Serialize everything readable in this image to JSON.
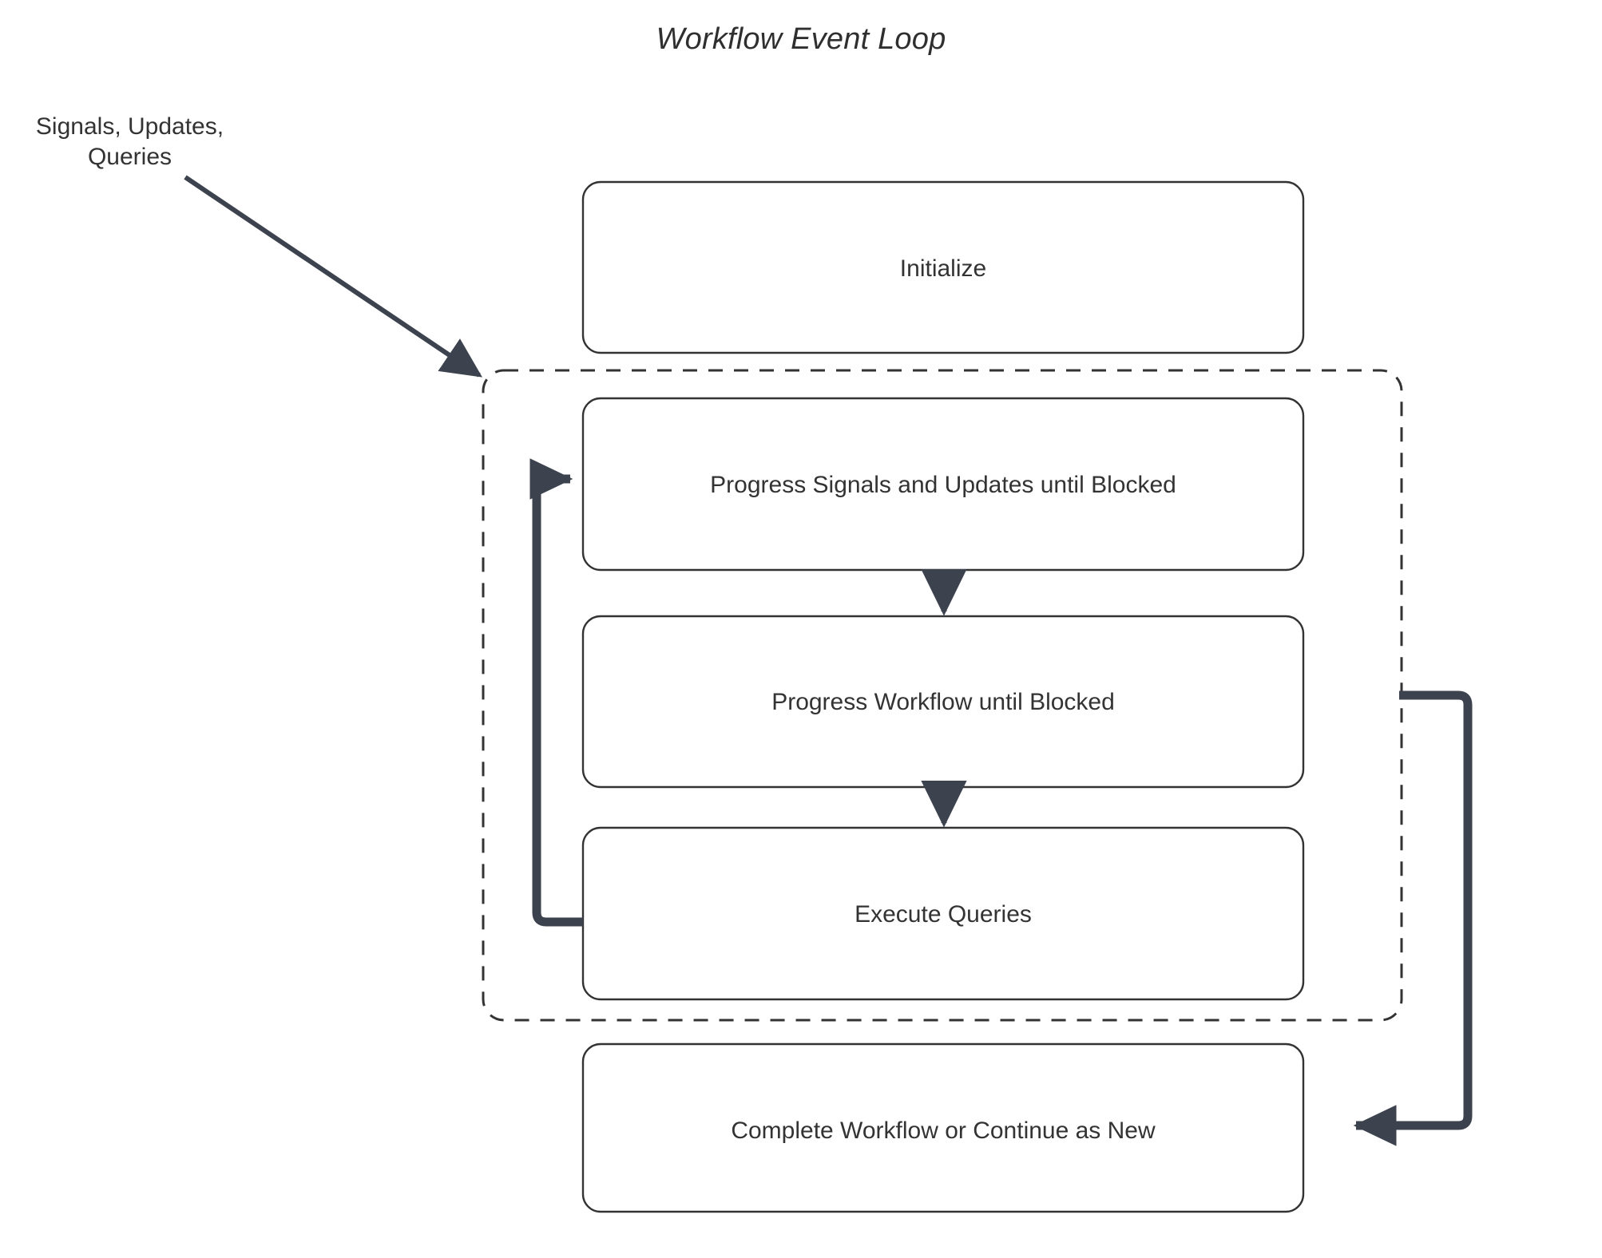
{
  "diagram": {
    "title": "Workflow Event Loop",
    "external_label": "Signals, Updates, Queries",
    "external_label_line1": "Signals, Updates,",
    "external_label_line2": "Queries",
    "colors": {
      "node_border": "#333333",
      "node_fill": "#ffffff",
      "text": "#333333",
      "edge": "#3c424e",
      "loop_container_border": "#333333",
      "background": "#ffffff"
    },
    "loop_container": {
      "name": "event-loop-group",
      "border_style": "dashed"
    },
    "nodes": [
      {
        "id": "initialize",
        "label": "Initialize"
      },
      {
        "id": "progress-signals",
        "label": "Progress Signals and Updates until Blocked"
      },
      {
        "id": "progress-workflow",
        "label": "Progress Workflow until Blocked"
      },
      {
        "id": "execute-queries",
        "label": "Execute Queries"
      },
      {
        "id": "complete-workflow",
        "label": "Complete Workflow or Continue as New"
      }
    ],
    "edges": [
      {
        "id": "signals-to-loop",
        "from": "Signals, Updates, Queries",
        "to": "event-loop-group",
        "kind": "thin-arrow"
      },
      {
        "id": "signals-to-workflow",
        "from": "progress-signals",
        "to": "progress-workflow",
        "kind": "thin-arrow"
      },
      {
        "id": "workflow-to-queries",
        "from": "progress-workflow",
        "to": "execute-queries",
        "kind": "thin-arrow"
      },
      {
        "id": "queries-loop-back",
        "from": "execute-queries",
        "to": "progress-signals",
        "kind": "thick-arrow"
      },
      {
        "id": "loop-to-complete-workflow",
        "from": "event-loop-group",
        "to": "complete-workflow",
        "kind": "thick-arrow"
      }
    ]
  }
}
